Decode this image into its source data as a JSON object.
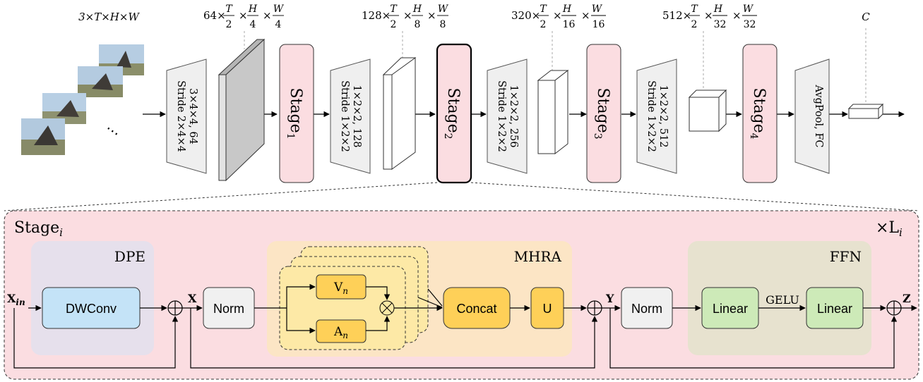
{
  "input": {
    "shape": "3×T×H×W",
    "dots": "⋯"
  },
  "pipeline": {
    "dims": [
      {
        "c": "64",
        "h": "4",
        "w": "4"
      },
      {
        "c": "128",
        "h": "8",
        "w": "8"
      },
      {
        "c": "320",
        "h": "16",
        "w": "16"
      },
      {
        "c": "512",
        "h": "32",
        "w": "32"
      }
    ],
    "t_num": "T",
    "t_den": "2",
    "h_sym": "H",
    "w_sym": "W",
    "times": "×",
    "out_dim": "C",
    "convs": [
      {
        "l1": "3×4×4, 64",
        "l2": "Stride 2×4×4"
      },
      {
        "l1": "1×2×2, 128",
        "l2": "Stride 1×2×2"
      },
      {
        "l1": "1×2×2, 256",
        "l2": "Stride 1×2×2"
      },
      {
        "l1": "1×2×2, 512",
        "l2": "Stride 1×2×2"
      }
    ],
    "stage_word": "Stage",
    "stage_subs": [
      "1",
      "2",
      "3",
      "4"
    ],
    "head_label": "AvgPool, FC"
  },
  "stage_detail": {
    "title": "Stage",
    "title_sub": "i",
    "repeat": "×L",
    "repeat_sub": "i",
    "x_in": "X",
    "x_in_sub": "in",
    "x": "X",
    "y": "Y",
    "z": "Z",
    "dpe": {
      "title": "DPE",
      "dwconv": "DWConv"
    },
    "norm1": "Norm",
    "mhra": {
      "title": "MHRA",
      "v": "V",
      "a": "A",
      "sub": "n",
      "concat": "Concat",
      "u": "U"
    },
    "norm2": "Norm",
    "ffn": {
      "title": "FFN",
      "linear1": "Linear",
      "gelu": "GELU",
      "linear2": "Linear"
    }
  },
  "colors": {
    "stage_fill": "#fbdde1",
    "stage_stroke": "#a07a7e",
    "dpe_fill": "#e6e0ec",
    "mhra_fill": "#fce5c5",
    "head_fill": "#fde9a6",
    "ffn_fill": "#e7e2cf",
    "dwconv": "#c4e3f7",
    "yellow": "#fed058",
    "green": "#cdeab8",
    "trapezoid": "#efefef",
    "slab": "#c8c8c8"
  }
}
